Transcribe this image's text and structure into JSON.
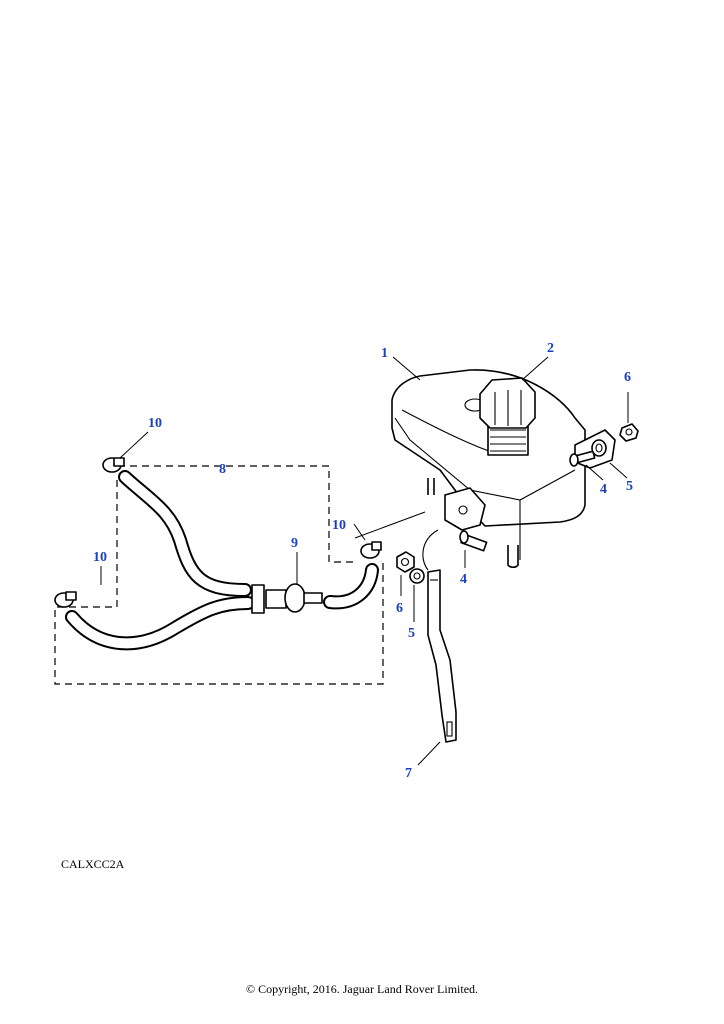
{
  "callouts": {
    "c1": "1",
    "c2": "2",
    "c4a": "4",
    "c4b": "4",
    "c5a": "5",
    "c5b": "5",
    "c6a": "6",
    "c6b": "6",
    "c7": "7",
    "c8": "8",
    "c9": "9",
    "c10a": "10",
    "c10b": "10",
    "c10c": "10"
  },
  "reference_code": "CALXCC2A",
  "copyright": "© Copyright, 2016. Jaguar Land Rover Limited.",
  "colors": {
    "callout": "#1a3fbf",
    "line": "#000000",
    "background": "#ffffff"
  }
}
